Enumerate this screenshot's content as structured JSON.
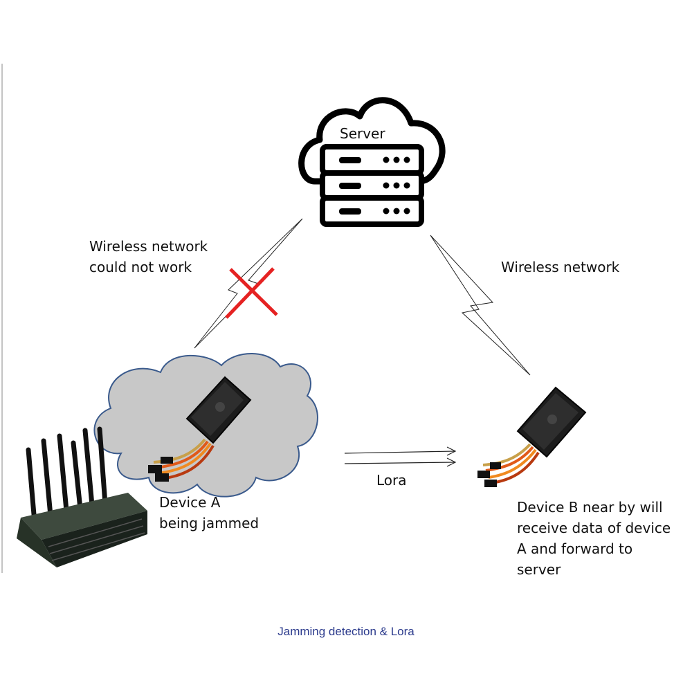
{
  "server": {
    "label": "Server"
  },
  "links": {
    "broken_label": [
      "Wireless network",
      "could not work"
    ],
    "ok_label": "Wireless network",
    "lora_label": "Lora"
  },
  "device_a": {
    "label": [
      "Device A",
      "being jammed"
    ]
  },
  "device_b": {
    "label": [
      "Device B near by will",
      "receive data of device",
      "A and forward to",
      "server"
    ]
  },
  "caption": "Jamming detection & Lora",
  "colors": {
    "jam_cloud_fill": "#c8c8c8",
    "jam_cloud_stroke": "#3a5a8c",
    "cross": "#e52222",
    "caption": "#2b3a8c",
    "server_cloud": "#000000"
  }
}
